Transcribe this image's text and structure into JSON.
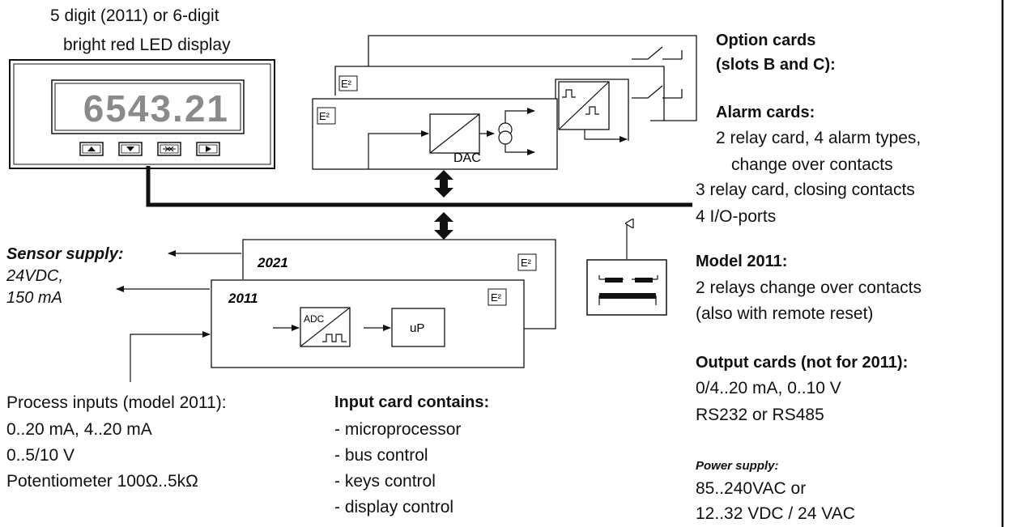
{
  "display": {
    "caption_line1": "5 digit (2011) or 6-digit",
    "caption_line2": "bright red LED display",
    "value": "6543.21"
  },
  "option_cards": {
    "eeprom_label": "E²",
    "dac_label": "DAC"
  },
  "input_cards": {
    "card_2021": "2021",
    "card_2011": "2011",
    "adc_label": "ADC",
    "up_label": "uP",
    "eeprom_label": "E²"
  },
  "sensor_supply": {
    "title": "Sensor supply:",
    "line1": "24VDC,",
    "line2": "150 mA"
  },
  "process_inputs": {
    "title": "Process inputs (model 2011):",
    "line1": "0..20 mA, 4..20 mA",
    "line2": "0..5/10 V",
    "line3": "Potentiometer 100Ω..5kΩ"
  },
  "input_card_contains": {
    "title": "Input card contains:",
    "items": [
      "- microprocessor",
      "- bus control",
      "- keys control",
      "- display control"
    ]
  },
  "right_panel": {
    "option_title_1": "Option cards",
    "option_title_2": "(slots B and C):",
    "alarm_title": "Alarm cards:",
    "alarm_1": "2 relay card, 4 alarm types,",
    "alarm_2": "change over contacts",
    "alarm_3": "3 relay card, closing contacts",
    "alarm_4": "4 I/O-ports",
    "model_title": "Model 2011:",
    "model_1": "2 relays change over contacts",
    "model_2": "(also with remote reset)",
    "output_title": "Output cards (not for 2011):",
    "output_1": "0/4..20 mA, 0..10 V",
    "output_2": "RS232 or RS485",
    "power_title": "Power supply:",
    "power_1": "85..240VAC or",
    "power_2": "12..32 VDC / 24 VAC"
  }
}
